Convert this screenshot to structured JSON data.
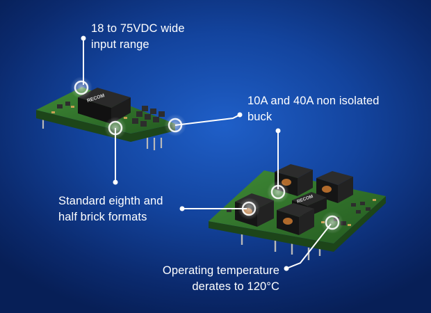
{
  "callouts": [
    {
      "id": "input_range",
      "text": "18 to 75VDC wide\ninput range"
    },
    {
      "id": "buck",
      "text": "10A and 40A non isolated\nbuck"
    },
    {
      "id": "formats",
      "text": "Standard eighth and\nhalf brick formats"
    },
    {
      "id": "temperature",
      "text": "Operating temperature\nderates to 120°C"
    }
  ],
  "module_labels": {
    "small": "RECOM",
    "large": "RECOM"
  },
  "colors": {
    "background_center": "#1f5fc8",
    "background_edge": "#071f57",
    "pcb_green": "#2f6b2a",
    "callout_line": "#ffffff",
    "component_dark": "#1a1a1a"
  }
}
